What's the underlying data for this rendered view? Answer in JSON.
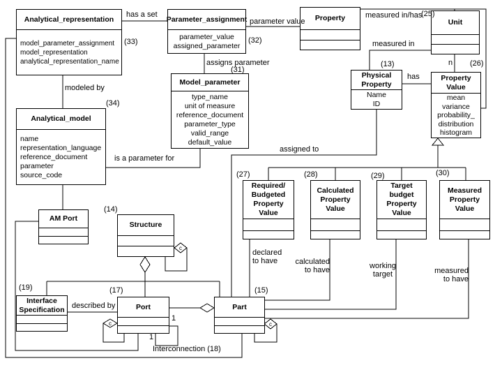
{
  "diagram": {
    "nodes": {
      "analytical_representation": {
        "title": "Analytical_representation",
        "tag": "(33)",
        "attrs": [
          "model_parameter_assignment",
          "model_representation",
          "analytical_representation_name"
        ]
      },
      "parameter_assignment": {
        "title": "Parameter_assignment",
        "tag": "(32)",
        "attrs": [
          "parameter_value",
          "assigned_parameter"
        ]
      },
      "property": {
        "title": "Property"
      },
      "unit": {
        "title": "Unit",
        "tag": "(25)"
      },
      "model_parameter": {
        "title": "Model_parameter",
        "tag": "(31)",
        "attrs": [
          "type_name",
          "unit of measure",
          "reference_document",
          "parameter_type",
          "valid_range",
          "default_value"
        ]
      },
      "physical_property": {
        "title": "Physical\nProperty",
        "tag": "(13)",
        "attrs": [
          "Name",
          "ID"
        ]
      },
      "property_value": {
        "title": "Property\nValue",
        "tag": "(26)",
        "attrs": [
          "mean",
          "variance",
          "probability_",
          "distribution",
          "histogram"
        ]
      },
      "analytical_model": {
        "title": "Analytical_model",
        "tag": "(34)",
        "attrs": [
          "name",
          "representation_language",
          "reference_document",
          "parameter",
          "source_code"
        ]
      },
      "required_budgeted_pv": {
        "title": "Required/\nBudgeted\nProperty\nValue",
        "tag": "(27)"
      },
      "calculated_pv": {
        "title": "Calculated\nProperty\nValue",
        "tag": "(28)"
      },
      "target_budget_pv": {
        "title": "Target\nbudget\nProperty\nValue",
        "tag": "(29)"
      },
      "measured_pv": {
        "title": "Measured\nProperty\nValue",
        "tag": "(30)"
      },
      "am_port": {
        "title": "AM Port"
      },
      "structure": {
        "title": "Structure",
        "tag": "(14)"
      },
      "interface_specification": {
        "title": "Interface\nSpecification",
        "tag": "(19)"
      },
      "port": {
        "title": "Port",
        "tag": "(17)"
      },
      "part": {
        "title": "Part",
        "tag": "(15)"
      }
    },
    "edge_labels": {
      "has_a_set": "has a set",
      "parameter_value": "parameter value",
      "measured_in_has": "measured in/has",
      "measured_in": "measured in",
      "assigns_parameter": "assigns parameter",
      "modeled_by": "modeled by",
      "has": "has",
      "is_a_parameter_for": "is a parameter for",
      "assigned_to": "assigned to",
      "declared_to_have": "declared\nto have",
      "calculated_to_have": "calculated\nto have",
      "working_target": "working\ntarget",
      "measured_to_have": "measured\nto have",
      "described_by": "described by",
      "interconnection": "Interconnection (18)",
      "mult_n": "n",
      "mult_1_upper": "1",
      "mult_1_lower": "1",
      "diamond_c": "c"
    }
  }
}
